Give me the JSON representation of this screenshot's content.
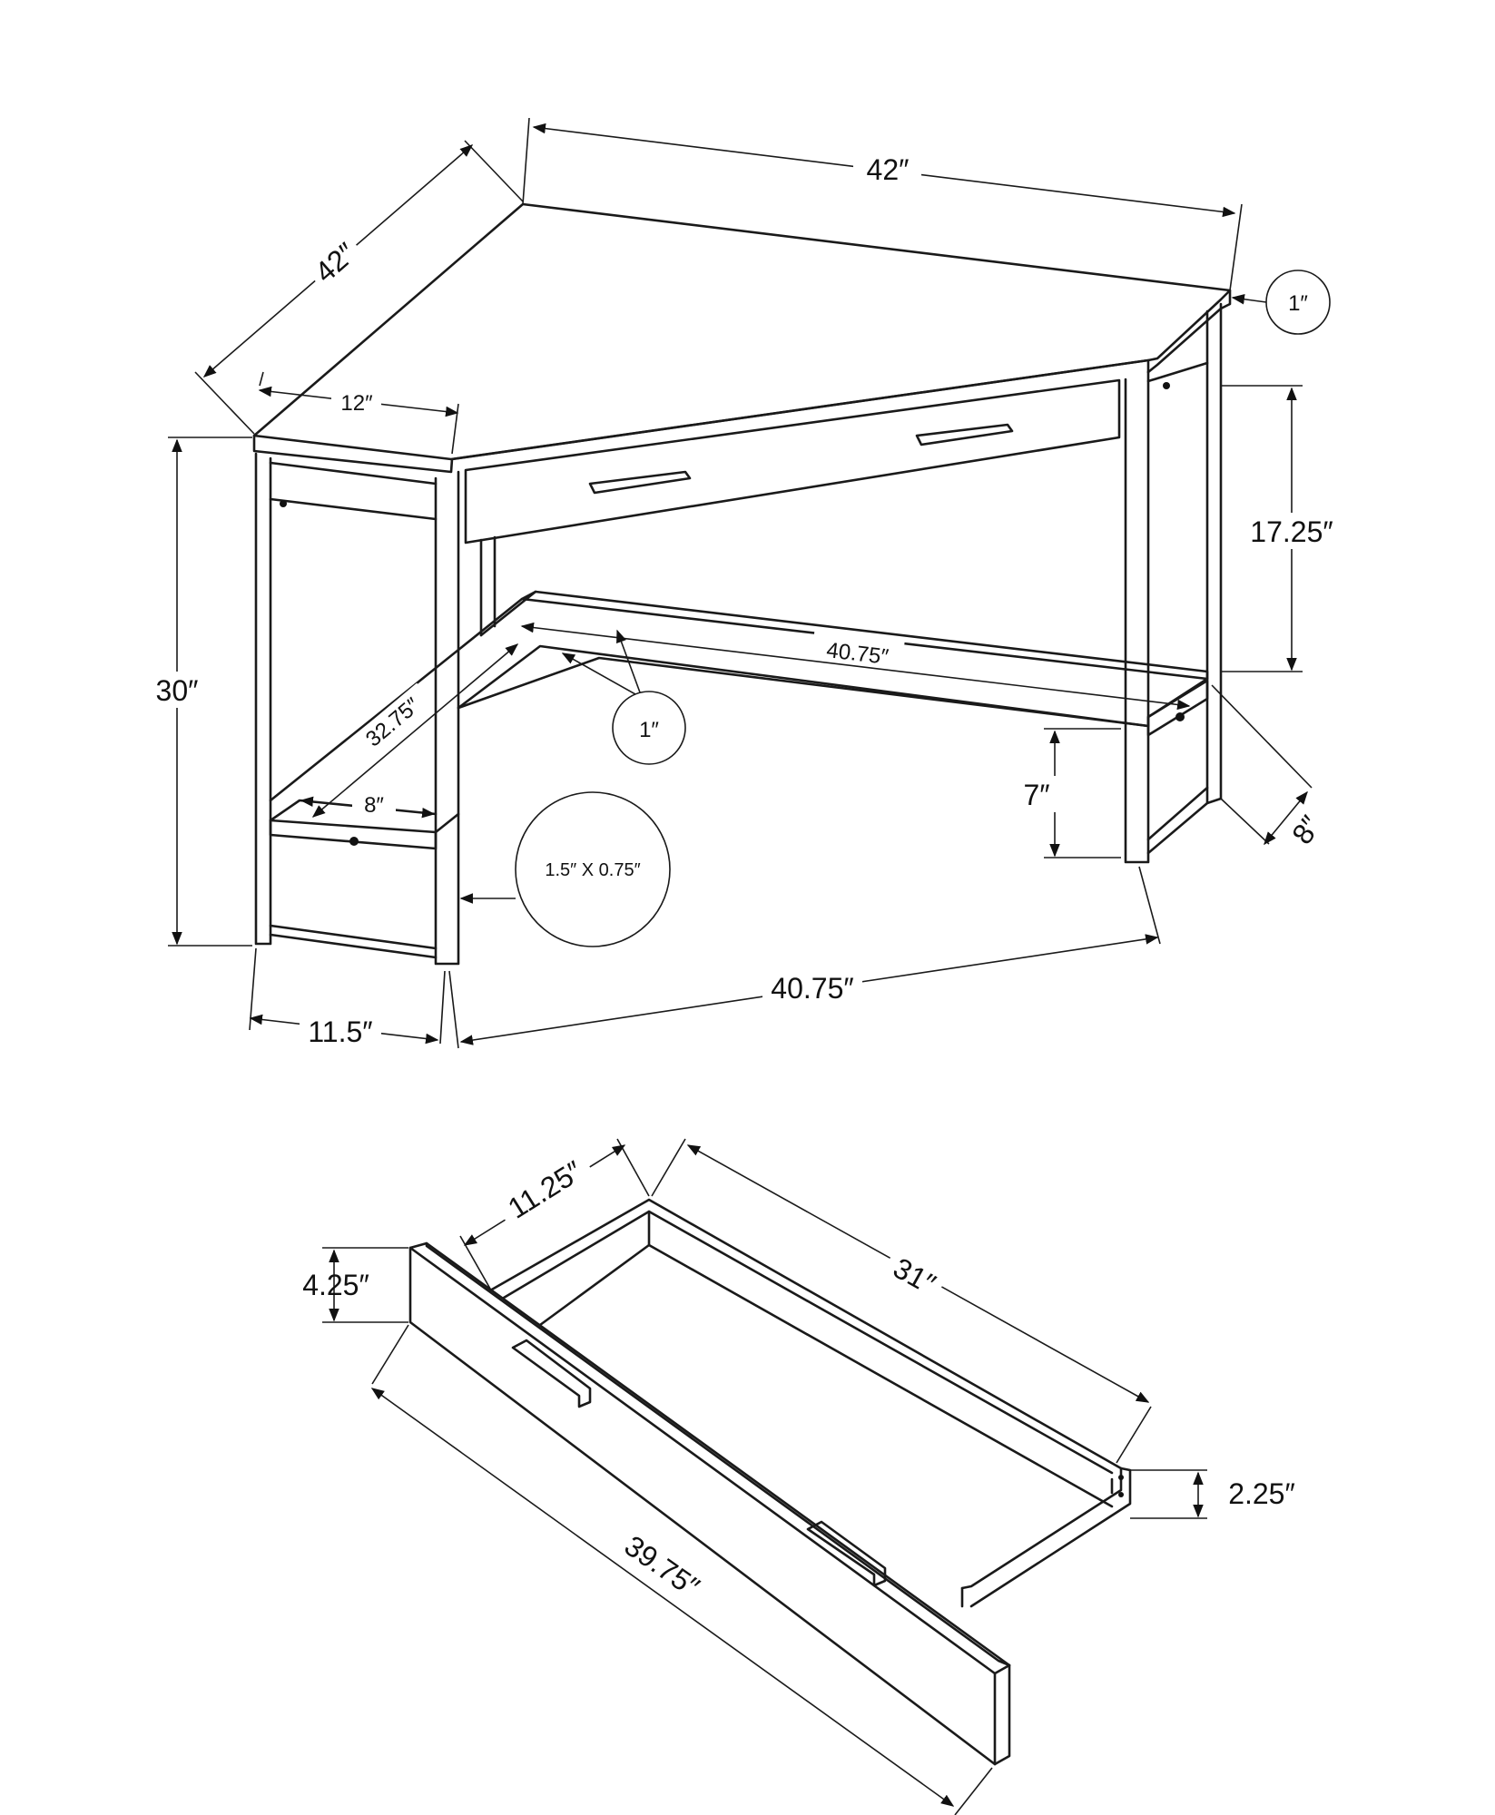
{
  "desk": {
    "top_width_back": "42″",
    "top_width_side": "42″",
    "top_thickness": "1″",
    "top_side_depth": "12″",
    "height": "30″",
    "leg_clearance_height": "17.25″",
    "shelf_length": "40.75″",
    "shelf_thickness": "1″",
    "shelf_diagonal": "32.75″",
    "shelf_depth_left": "8″",
    "shelf_depth_right": "8″",
    "shelf_height": "7″",
    "leg_profile": "1.5″ X 0.75″",
    "front_width": "40.75″",
    "side_depth": "11.5″"
  },
  "drawer": {
    "depth": "11.25″",
    "inner_length": "31″",
    "front_height": "4.25″",
    "side_height": "2.25″",
    "front_length": "39.75″"
  }
}
